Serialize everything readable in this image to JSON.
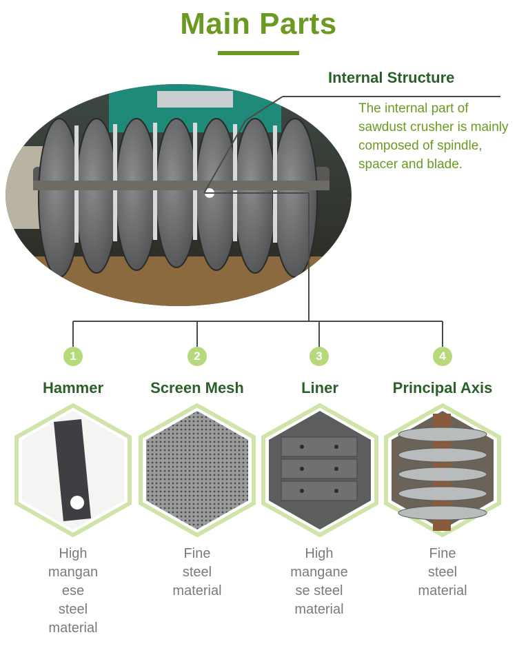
{
  "header": {
    "title": "Main Parts"
  },
  "internal": {
    "title": "Internal Structure",
    "description": "The internal part of sawdust crusher is mainly composed of spindle, spacer and blade."
  },
  "parts": [
    {
      "number": "1",
      "name": "Hammer",
      "icon": "hammer-blade-image",
      "desc_lines": [
        "High",
        "mangan",
        "ese",
        "steel",
        "material"
      ]
    },
    {
      "number": "2",
      "name": "Screen Mesh",
      "icon": "perforated-screen-image",
      "desc_lines": [
        "Fine",
        "steel",
        "material"
      ]
    },
    {
      "number": "3",
      "name": "Liner",
      "icon": "liner-plate-image",
      "desc_lines": [
        "High",
        "mangane",
        "se steel",
        "material"
      ]
    },
    {
      "number": "4",
      "name": "Principal Axis",
      "icon": "rotor-axis-image",
      "desc_lines": [
        "Fine",
        "steel",
        "material"
      ]
    }
  ],
  "colors": {
    "accent": "#6b9a22",
    "heading": "#2b5f2a",
    "badge": "#b6d97c",
    "text_gray": "#7a7a7a",
    "hex_border": "#cfe4a9"
  }
}
